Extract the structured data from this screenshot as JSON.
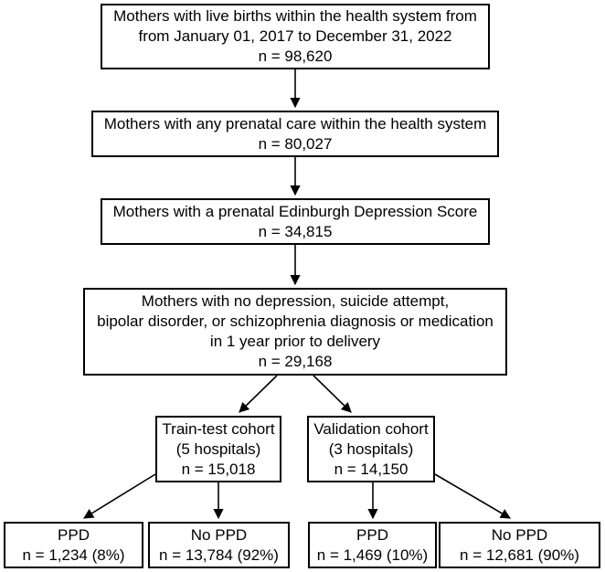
{
  "flow": {
    "step1": {
      "lines": [
        "Mothers with live births within the health system from",
        "from January 01, 2017 to December 31, 2022"
      ],
      "count": "n = 98,620"
    },
    "step2": {
      "lines": [
        "Mothers with any prenatal care within the health system"
      ],
      "count": "n = 80,027"
    },
    "step3": {
      "lines": [
        "Mothers with a prenatal Edinburgh Depression Score"
      ],
      "count": "n = 34,815"
    },
    "step4": {
      "lines": [
        "Mothers with no depression, suicide attempt,",
        "bipolar disorder, or schizophrenia diagnosis or medication",
        "in 1 year prior to delivery"
      ],
      "count": "n = 29,168"
    },
    "train_test": {
      "lines": [
        "Train-test cohort",
        "(5 hospitals)"
      ],
      "count": "n = 15,018"
    },
    "validation": {
      "lines": [
        "Validation cohort",
        "(3 hospitals)"
      ],
      "count": "n = 14,150"
    },
    "train_ppd": {
      "label": "PPD",
      "count": "n = 1,234 (8%)"
    },
    "train_no_ppd": {
      "label": "No PPD",
      "count": "n = 13,784 (92%)"
    },
    "val_ppd": {
      "label": "PPD",
      "count": "n = 1,469 (10%)"
    },
    "val_no_ppd": {
      "label": "No PPD",
      "count": "n = 12,681 (90%)"
    }
  }
}
